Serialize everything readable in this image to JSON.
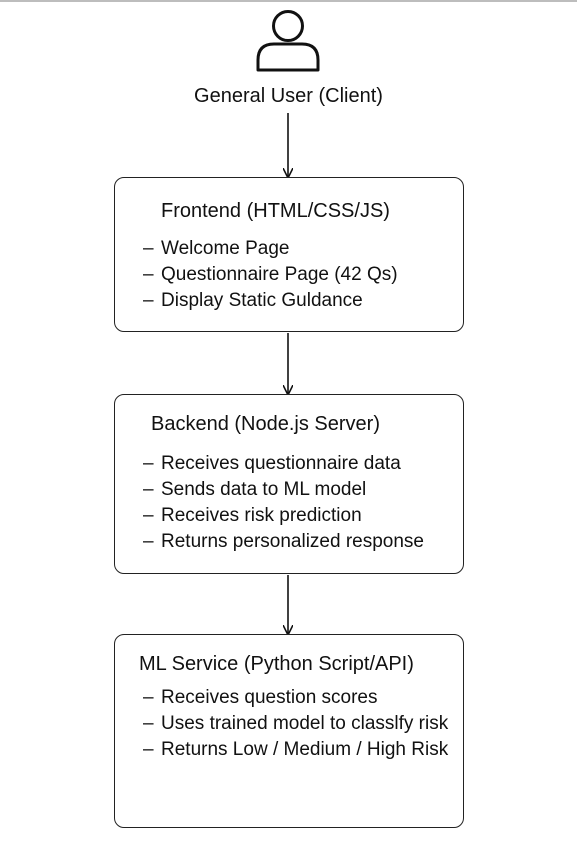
{
  "user": {
    "icon": "user-icon",
    "label": "General User (Client)"
  },
  "frontend": {
    "title": "Frontend (HTML/CSS/JS)",
    "items": [
      "Welcome Page",
      "Questionnaire Page (42 Qs)",
      "Display Static Guldance"
    ]
  },
  "backend": {
    "title": "Backend (Node.js Server)",
    "items": [
      "Receives questionnaire data",
      "Sends data to ML model",
      "Receives risk prediction",
      "Returns personalized response"
    ]
  },
  "ml": {
    "title": "ML Service (Python Script/API)",
    "items": [
      "Receives question scores",
      "Uses trained model to classlfy risk",
      "Returns Low / Medium / High Risk"
    ]
  }
}
